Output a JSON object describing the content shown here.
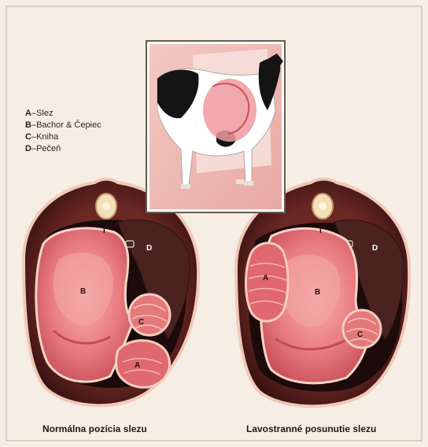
{
  "legend": [
    {
      "key": "A",
      "sep": "–",
      "name": "Slez"
    },
    {
      "key": "B",
      "sep": "–",
      "name": "Bachor & Čepiec"
    },
    {
      "key": "C",
      "sep": "–",
      "name": "Kniha"
    },
    {
      "key": "D",
      "sep": "–",
      "name": "Pečeň"
    }
  ],
  "labels": {
    "A": "A",
    "B": "B",
    "C": "C",
    "D": "D"
  },
  "captions": {
    "left": "Normálna pozícia slezu",
    "right": "Lavostranné posunutie slezu"
  },
  "colors": {
    "background": "#f6eee4",
    "body_wall": "#5a1f1c",
    "cavity_dark": "#1c0b0a",
    "rumen": "#e8727a",
    "rumen_light": "#f4a7a6",
    "liver": "#4a2220",
    "abomasum": "#e06870",
    "omasum": "#e4797a"
  }
}
